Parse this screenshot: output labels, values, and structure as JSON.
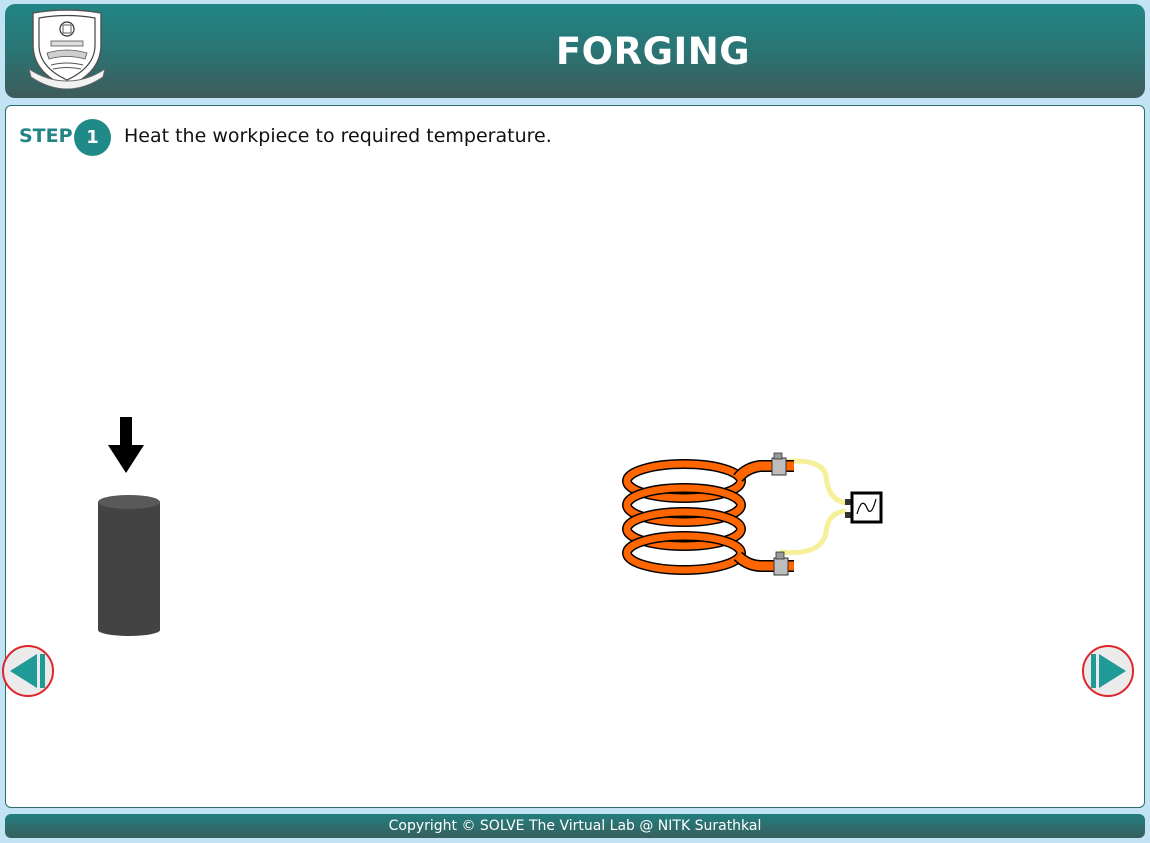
{
  "header": {
    "title": "FORGING",
    "logo_icon": "nitk-emblem-icon"
  },
  "step": {
    "label": "STEP",
    "number": "1",
    "instruction": "Heat the workpiece to required temperature."
  },
  "scene": {
    "workpiece": "cylinder-workpiece",
    "heater": "induction-coil"
  },
  "navigation": {
    "prev_icon": "previous-icon",
    "next_icon": "next-icon"
  },
  "footer": {
    "copyright": "Copyright © SOLVE The Virtual Lab @ NITK Surathkal"
  },
  "colors": {
    "header_top": "#218585",
    "header_bottom": "#3e5b5b",
    "accent": "#1f8a88",
    "coil": "#ff6600",
    "workpiece": "#444343",
    "nav_border": "#e0242b"
  }
}
